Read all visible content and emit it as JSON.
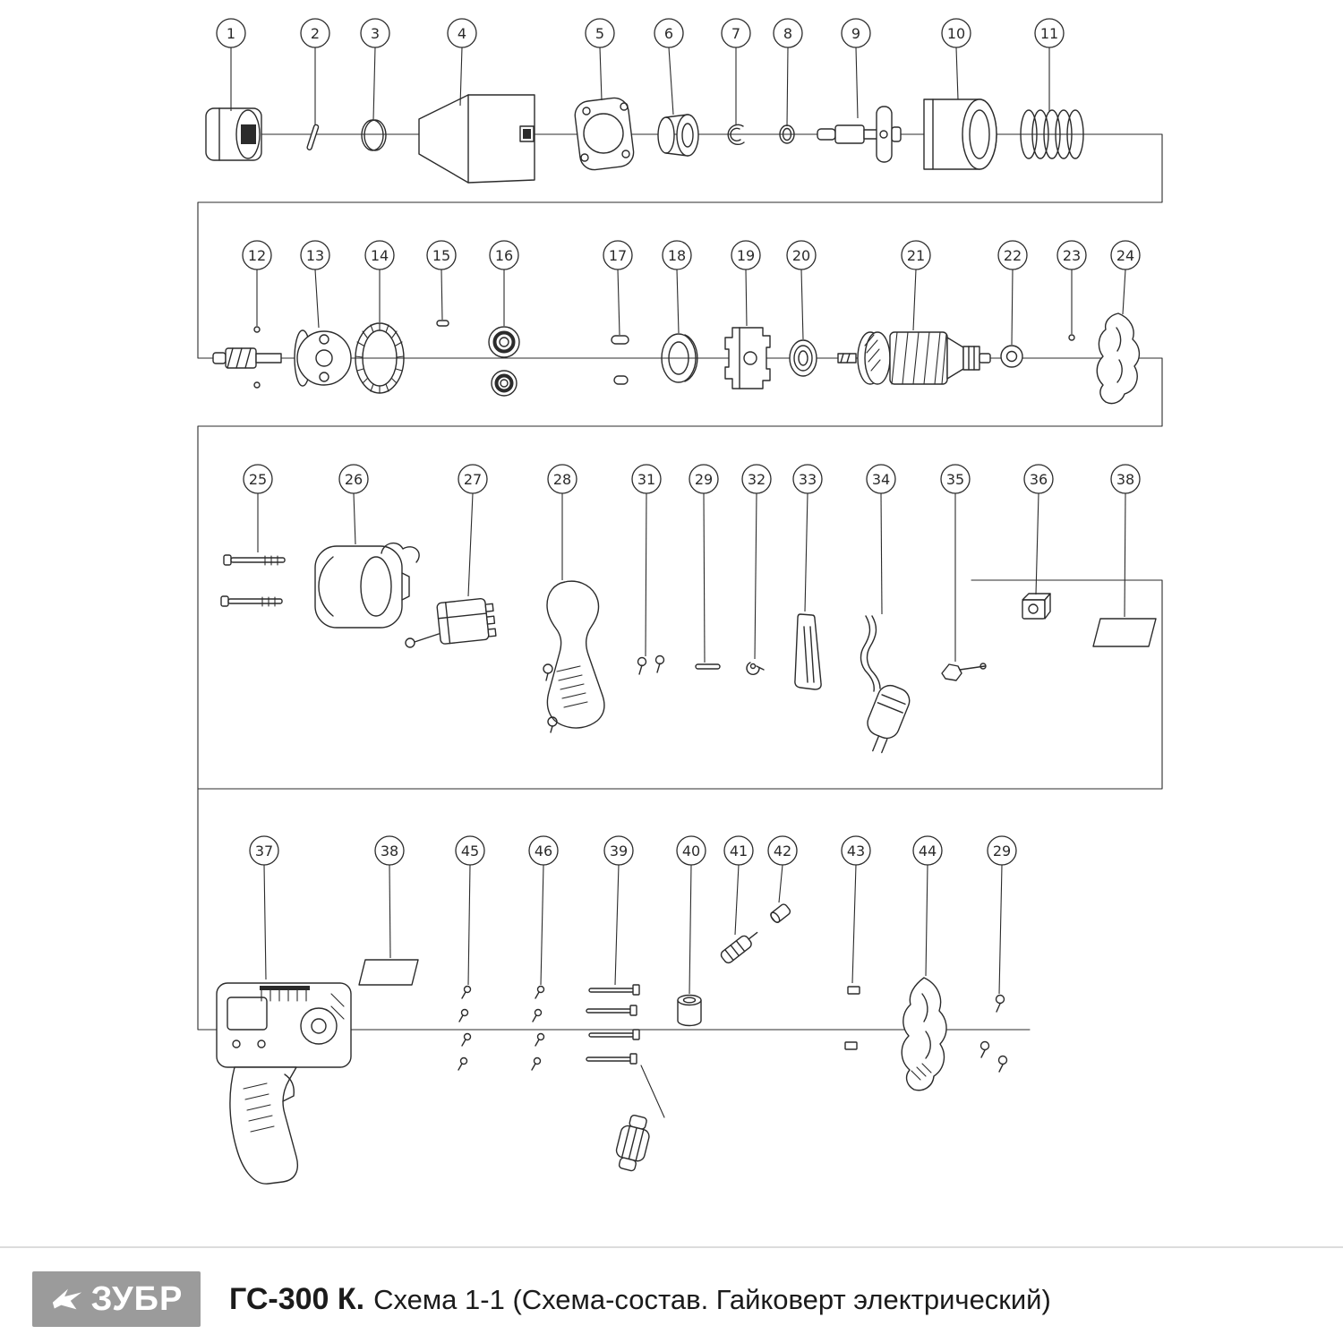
{
  "page": {
    "background": "#ffffff",
    "line_color": "#2b2b2b",
    "divider_color": "#dcdcdc"
  },
  "callouts": {
    "row1": [
      "1",
      "2",
      "3",
      "4",
      "5",
      "6",
      "7",
      "8",
      "9",
      "10",
      "11"
    ],
    "row2": [
      "12",
      "13",
      "14",
      "15",
      "16",
      "17",
      "18",
      "19",
      "20",
      "21",
      "22",
      "23",
      "24"
    ],
    "row3": [
      "25",
      "26",
      "27",
      "28",
      "31",
      "29",
      "32",
      "33",
      "34",
      "35",
      "36",
      "38"
    ],
    "row4": [
      "37",
      "38",
      "45",
      "46",
      "39",
      "40",
      "41",
      "42",
      "43",
      "44",
      "29"
    ]
  },
  "footer": {
    "brand": "ЗУБР",
    "model": "ГС-300 К.",
    "description": "Схема 1-1 (Схема-состав. Гайковерт электрический)",
    "logo_bg": "#9b9b9b",
    "logo_text_color": "#ffffff"
  }
}
